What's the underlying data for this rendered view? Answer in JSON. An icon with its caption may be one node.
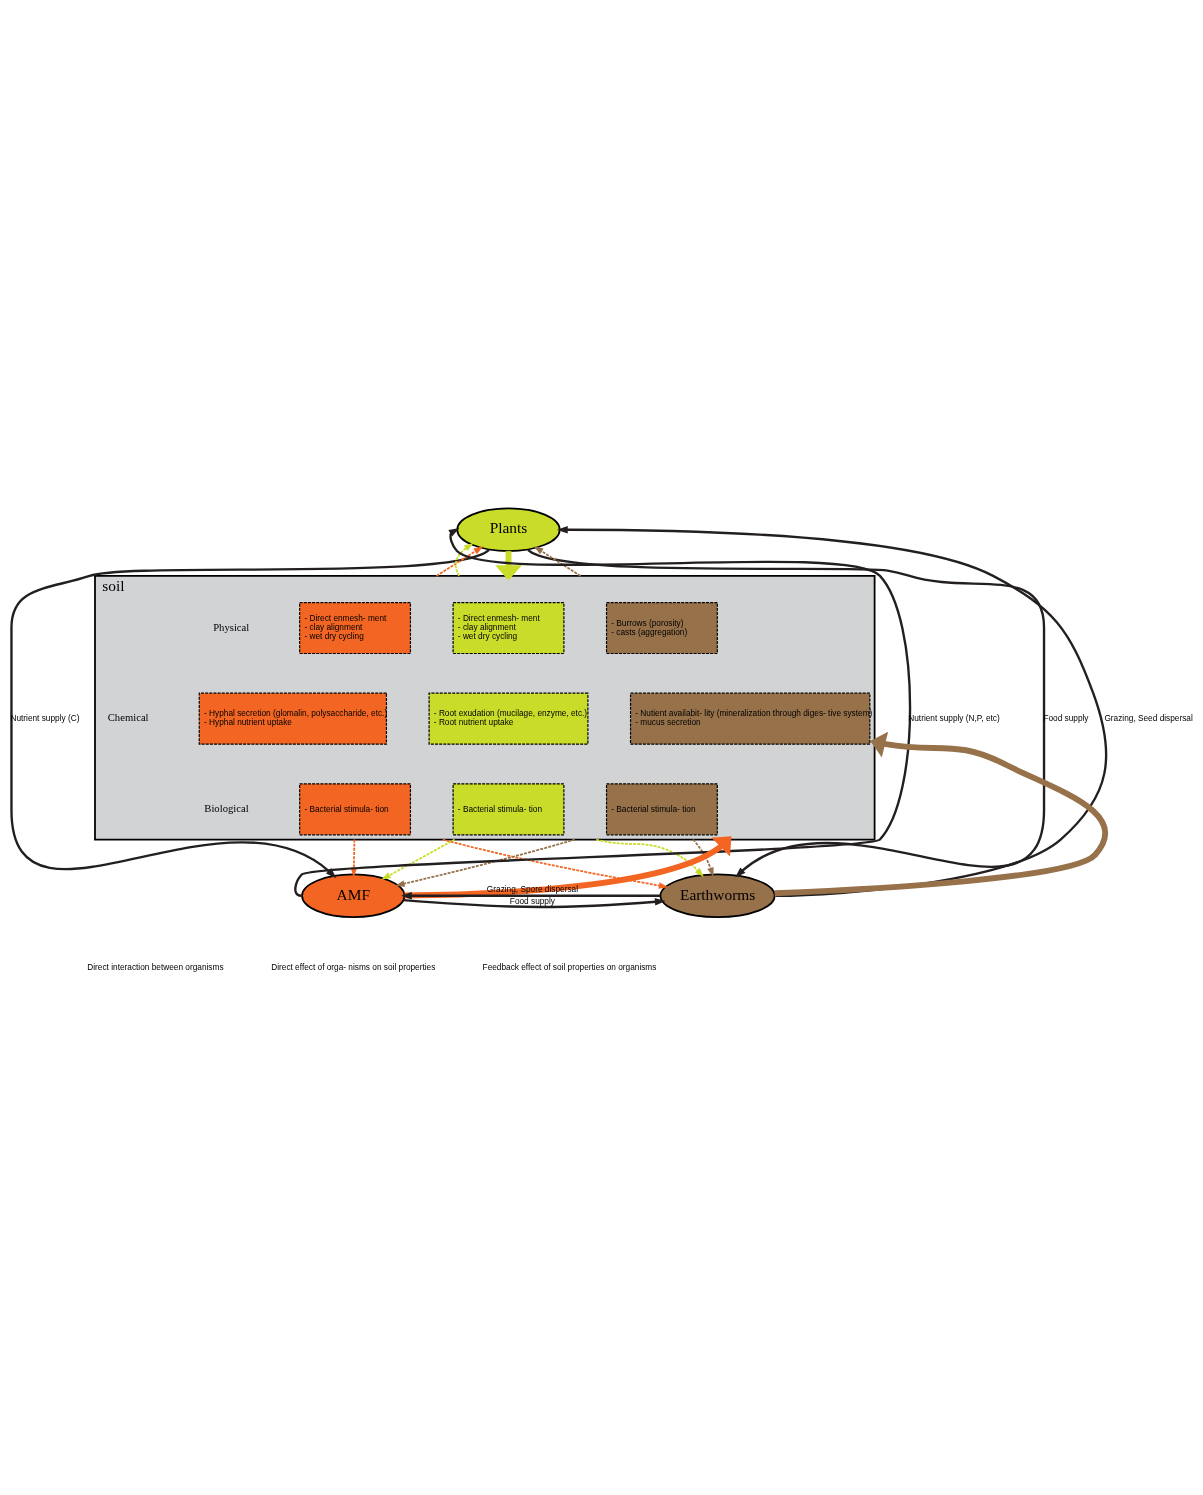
{
  "diagram": {
    "nodes": [
      {
        "text": [
          "Plants"
        ]
      },
      {
        "text": [
          "soil"
        ]
      },
      {
        "text": [
          "- Direct enmesh- ment",
          "- clay alignment",
          "- wet dry cycling"
        ],
        "in": 1
      },
      {
        "text": [
          "- Direct enmesh- ment",
          "- clay alignment",
          "- wet dry cycling"
        ],
        "in": 1
      },
      {
        "text": [
          "- Burrows (porosity)",
          "- casts (aggregation)"
        ],
        "in": 1
      },
      {
        "text": [
          "- Hyphal secretion (glomalin, polysaccharide, etc.)",
          "- Hyphal nutrient uptake"
        ],
        "in": 1
      },
      {
        "text": [
          "- Root exudation (mucilage, enzyme, etc.)",
          "- Root nutrient uptake"
        ],
        "in": 1
      },
      {
        "text": [
          "- Nutient availabit- lity (mineralization through diges- tive system)",
          "- mucus secretion"
        ],
        "in": 1
      },
      {
        "text": [
          "- Bacterial stimula- tion"
        ],
        "in": 1
      },
      {
        "text": [
          "- Bacterial stimula- tion"
        ],
        "in": 1
      },
      {
        "text": [
          "- Bacterial stimula- tion"
        ],
        "in": 1
      },
      {
        "text": [
          "AMF"
        ]
      },
      {
        "text": [
          "Earthworms"
        ]
      }
    ],
    "edges": [
      {
        "from": 11,
        "to": 0,
        "arrow": "to",
        "label": "Nutrient supply (N,P, etc)"
      },
      {
        "from": 0,
        "to": 11,
        "arrow": "to",
        "label": "Nutrient supply (C)"
      },
      {
        "from": 0,
        "to": 12,
        "arrow": "to",
        "label": "Food supply"
      },
      {
        "from": 12,
        "to": 0,
        "arrow": "to",
        "label": "Grazing, Seed dispersal"
      },
      {
        "from": 12,
        "to": 11,
        "arrow": "to",
        "label": "Grazing, Spore dispersal"
      },
      {
        "from": 11,
        "to": 12,
        "arrow": "to",
        "label": "Food supply"
      },
      {
        "from": 0,
        "to": 1,
        "arrow": "to",
        "style": "thick",
        "color": "#c9dc2a"
      },
      {
        "from": 1,
        "to": 0,
        "arrow": "to",
        "style": "dashed",
        "color": "#f26522"
      },
      {
        "from": 1,
        "to": 0,
        "arrow": "to",
        "style": "dashed",
        "color": "#c9dc2a"
      },
      {
        "from": 1,
        "to": 0,
        "arrow": "to",
        "style": "dashed",
        "color": "#96714a"
      },
      {
        "from": 1,
        "to": 11,
        "arrow": "to",
        "style": "dashed",
        "color": "#f26522"
      },
      {
        "from": 1,
        "to": 11,
        "arrow": "to",
        "style": "dashed",
        "color": "#c9dc2a"
      },
      {
        "from": 1,
        "to": 11,
        "arrow": "to",
        "style": "dashed",
        "color": "#96714a"
      },
      {
        "from": 11,
        "to": 1,
        "arrow": "to",
        "style": "thick",
        "color": "#f26522"
      },
      {
        "from": 1,
        "to": 12,
        "arrow": "to",
        "style": "dashed",
        "color": "#f26522"
      },
      {
        "from": 1,
        "to": 12,
        "arrow": "to",
        "style": "dashed",
        "color": "#c9dc2a"
      },
      {
        "from": 1,
        "to": 12,
        "arrow": "to",
        "style": "dashed",
        "color": "#96714a"
      },
      {
        "from": 12,
        "to": 1,
        "arrow": "to",
        "style": "thick",
        "color": "#96714a"
      }
    ],
    "labels": [
      "Physical",
      "Chemical",
      "Biological"
    ],
    "legend": [
      {
        "text": "Direct interaction between organisms"
      },
      {
        "text": "Direct effect of orga- nisms on soil properties"
      },
      {
        "text": "Feedback effect of soil properties on organisms"
      }
    ]
  }
}
